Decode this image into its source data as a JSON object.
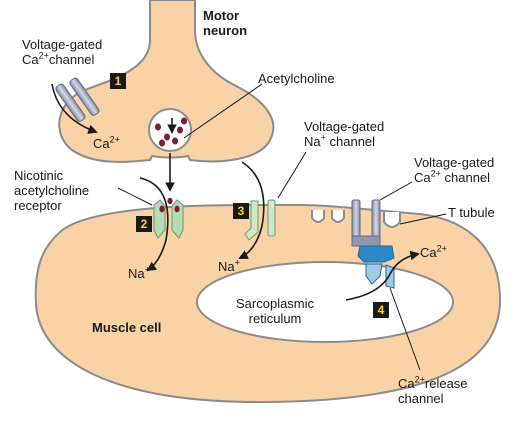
{
  "labels": {
    "motor_neuron_1": "Motor",
    "motor_neuron_2": "neuron",
    "vg_ca_channel_1": "Voltage-gated",
    "vg_ca_channel_2_pre": "Ca",
    "vg_ca_channel_2_sup": "2+",
    "vg_ca_channel_2_post": "channel",
    "ca_ion_pre": "Ca",
    "ca_ion_sup": "2+",
    "acetylcholine": "Acetylcholine",
    "vg_na_channel_1": "Voltage-gated",
    "vg_na_channel_2_pre": "Na",
    "vg_na_channel_2_sup": "+",
    "vg_na_channel_2_post": " channel",
    "nicotinic_1": "Nicotinic",
    "nicotinic_2": "acetylcholine",
    "nicotinic_3": "receptor",
    "vg_ca_muscle_1": "Voltage-gated",
    "vg_ca_muscle_2_pre": "Ca",
    "vg_ca_muscle_2_sup": "2+",
    "vg_ca_muscle_2_post": " channel",
    "t_tubule": "T tubule",
    "na_ion_left_pre": "Na",
    "na_ion_left_sup": "+",
    "na_ion_mid_pre": "Na",
    "na_ion_mid_sup": "+",
    "ca_ion_right_pre": "Ca",
    "ca_ion_right_sup": "2+",
    "sarcoplasmic_1": "Sarcoplasmic",
    "sarcoplasmic_2": "reticulum",
    "muscle_cell": "Muscle cell",
    "ca_release_1_pre": "Ca",
    "ca_release_1_sup": "2+",
    "ca_release_1_post": "release",
    "ca_release_2": "channel"
  },
  "steps": [
    "1",
    "2",
    "3",
    "4"
  ],
  "colors": {
    "cell_fill": "#f9d3a6",
    "cell_stroke": "#8c8c8c",
    "vesicle_dot": "#7b1e3c",
    "receptor_green": "#b7dcb5",
    "ryr_blue": "#2f8ac4",
    "channel_grey": "#a9b1c3",
    "step_badge": "#1a1a1a",
    "step_text": "#ffd21f"
  }
}
